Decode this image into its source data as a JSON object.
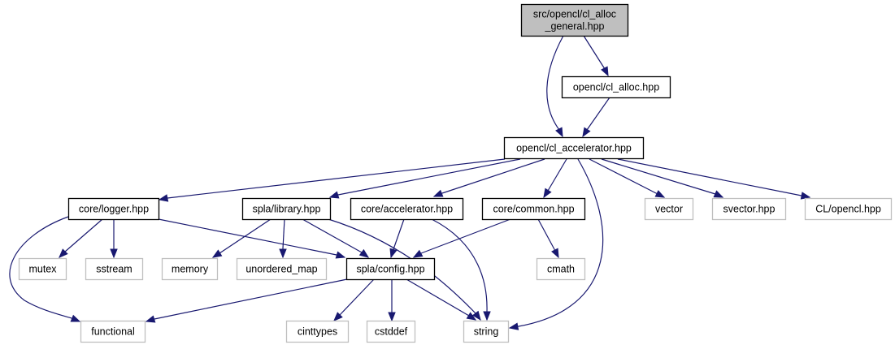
{
  "diagram": {
    "type": "include-dependency-graph",
    "colors": {
      "edge": "#191970",
      "root_fill": "#bfbfbf",
      "root_border": "#000000",
      "internal_border": "#000000",
      "external_border": "#bfbfbf",
      "text": "#000000"
    },
    "nodes": [
      {
        "id": "root",
        "lines": [
          "src/opencl/cl_alloc",
          "_general.hpp"
        ],
        "kind": "root"
      },
      {
        "id": "cl_alloc",
        "lines": [
          "opencl/cl_alloc.hpp"
        ],
        "kind": "internal"
      },
      {
        "id": "cl_accelerator",
        "lines": [
          "opencl/cl_accelerator.hpp"
        ],
        "kind": "internal"
      },
      {
        "id": "logger",
        "lines": [
          "core/logger.hpp"
        ],
        "kind": "internal"
      },
      {
        "id": "library",
        "lines": [
          "spla/library.hpp"
        ],
        "kind": "internal"
      },
      {
        "id": "core_accelerator",
        "lines": [
          "core/accelerator.hpp"
        ],
        "kind": "internal"
      },
      {
        "id": "common",
        "lines": [
          "core/common.hpp"
        ],
        "kind": "internal"
      },
      {
        "id": "vector",
        "lines": [
          "vector"
        ],
        "kind": "external"
      },
      {
        "id": "svector",
        "lines": [
          "svector.hpp"
        ],
        "kind": "external"
      },
      {
        "id": "cl_opencl",
        "lines": [
          "CL/opencl.hpp"
        ],
        "kind": "external"
      },
      {
        "id": "mutex",
        "lines": [
          "mutex"
        ],
        "kind": "external"
      },
      {
        "id": "sstream",
        "lines": [
          "sstream"
        ],
        "kind": "external"
      },
      {
        "id": "memory",
        "lines": [
          "memory"
        ],
        "kind": "external"
      },
      {
        "id": "unordered_map",
        "lines": [
          "unordered_map"
        ],
        "kind": "external"
      },
      {
        "id": "config",
        "lines": [
          "spla/config.hpp"
        ],
        "kind": "internal"
      },
      {
        "id": "cmath",
        "lines": [
          "cmath"
        ],
        "kind": "external"
      },
      {
        "id": "functional",
        "lines": [
          "functional"
        ],
        "kind": "external"
      },
      {
        "id": "cinttypes",
        "lines": [
          "cinttypes"
        ],
        "kind": "external"
      },
      {
        "id": "cstddef",
        "lines": [
          "cstddef"
        ],
        "kind": "external"
      },
      {
        "id": "string",
        "lines": [
          "string"
        ],
        "kind": "external"
      }
    ],
    "edges": [
      {
        "from": "root",
        "to": "cl_alloc"
      },
      {
        "from": "root",
        "to": "cl_accelerator"
      },
      {
        "from": "cl_alloc",
        "to": "cl_accelerator"
      },
      {
        "from": "cl_accelerator",
        "to": "logger"
      },
      {
        "from": "cl_accelerator",
        "to": "library"
      },
      {
        "from": "cl_accelerator",
        "to": "core_accelerator"
      },
      {
        "from": "cl_accelerator",
        "to": "common"
      },
      {
        "from": "cl_accelerator",
        "to": "vector"
      },
      {
        "from": "cl_accelerator",
        "to": "svector"
      },
      {
        "from": "cl_accelerator",
        "to": "cl_opencl"
      },
      {
        "from": "cl_accelerator",
        "to": "string"
      },
      {
        "from": "logger",
        "to": "mutex"
      },
      {
        "from": "logger",
        "to": "sstream"
      },
      {
        "from": "logger",
        "to": "config"
      },
      {
        "from": "logger",
        "to": "functional"
      },
      {
        "from": "library",
        "to": "memory"
      },
      {
        "from": "library",
        "to": "unordered_map"
      },
      {
        "from": "library",
        "to": "config"
      },
      {
        "from": "library",
        "to": "string"
      },
      {
        "from": "core_accelerator",
        "to": "config"
      },
      {
        "from": "core_accelerator",
        "to": "string"
      },
      {
        "from": "common",
        "to": "config"
      },
      {
        "from": "common",
        "to": "cmath"
      },
      {
        "from": "config",
        "to": "functional"
      },
      {
        "from": "config",
        "to": "cinttypes"
      },
      {
        "from": "config",
        "to": "cstddef"
      },
      {
        "from": "config",
        "to": "string"
      }
    ]
  }
}
